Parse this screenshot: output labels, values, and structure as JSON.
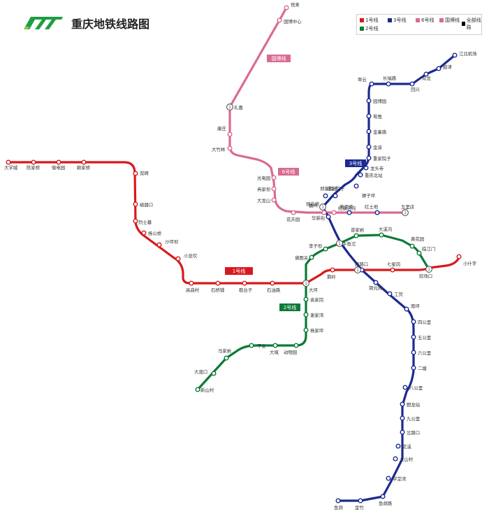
{
  "header": {
    "title": "重庆地铁线路图"
  },
  "colors": {
    "line1": "#d7191c",
    "line2": "#0c7a38",
    "line3": "#1b2a8f",
    "line6": "#d96a93",
    "expo": "#d96a93",
    "all": "#000000"
  },
  "legend": {
    "items": [
      {
        "label": "1号线",
        "color": "#d7191c"
      },
      {
        "label": "3号线",
        "color": "#1b2a8f"
      },
      {
        "label": "6号线",
        "color": "#d96a93"
      },
      {
        "label": "国博线",
        "color": "#d96a93"
      },
      {
        "label": "全部线路",
        "color": "#000000"
      },
      {
        "label": "2号线",
        "color": "#0c7a38"
      }
    ]
  },
  "line_labels": {
    "line1": "1号线",
    "line2": "2号线",
    "line3": "3号线",
    "line6": "6号线",
    "expo": "国博线"
  },
  "transfer_mark": "1",
  "stations": {
    "line1": [
      "大学城",
      "陈家桥",
      "微电园",
      "赖家桥",
      "双碑",
      "磁器口",
      "烈士墓",
      "杨公桥",
      "沙坪坝",
      "小龙坎",
      "高庙村",
      "石桥铺",
      "歇台子",
      "石油路",
      "大坪",
      "鹅岭",
      "两路口",
      "七星岗",
      "较场口",
      "小什字"
    ],
    "line2": [
      "较场口",
      "临江门",
      "黄花园",
      "大溪沟",
      "曾家岩",
      "牛角沱",
      "李子坝",
      "佛图关",
      "大坪",
      "袁家岗",
      "谢家湾",
      "杨家坪",
      "动物园",
      "大堰",
      "平安",
      "马家岩",
      "大渡口",
      "新山村"
    ],
    "line3": [
      "江北机场",
      "碧津",
      "双龙",
      "回兴",
      "长福路",
      "翠云",
      "园博园",
      "鸳鸯",
      "金童路",
      "金渝",
      "重家院子",
      "龙头寺",
      "重庆北站",
      "狮子坪",
      "五里店",
      "红土地",
      "黄泥塝",
      "唐家院子",
      "郑家院子",
      "观音桥",
      "华新街",
      "牛角沱",
      "两路口",
      "铜元局",
      "工贸",
      "南坪",
      "四公里",
      "五公里",
      "六公里",
      "二塘",
      "八公里",
      "麒龙站",
      "九公里",
      "岔路口",
      "花溪",
      "大山村",
      "学堂湾",
      "鱼胡路",
      "金竹",
      "鱼洞"
    ],
    "line6": [
      "礼嘉",
      "康庄",
      "大竹林",
      "光电园",
      "冉家坝",
      "大龙山",
      "花卉园",
      "嘉州",
      "红旗河沟",
      "五里店"
    ],
    "expo": [
      "悦来",
      "国博中心",
      "礼嘉"
    ]
  }
}
